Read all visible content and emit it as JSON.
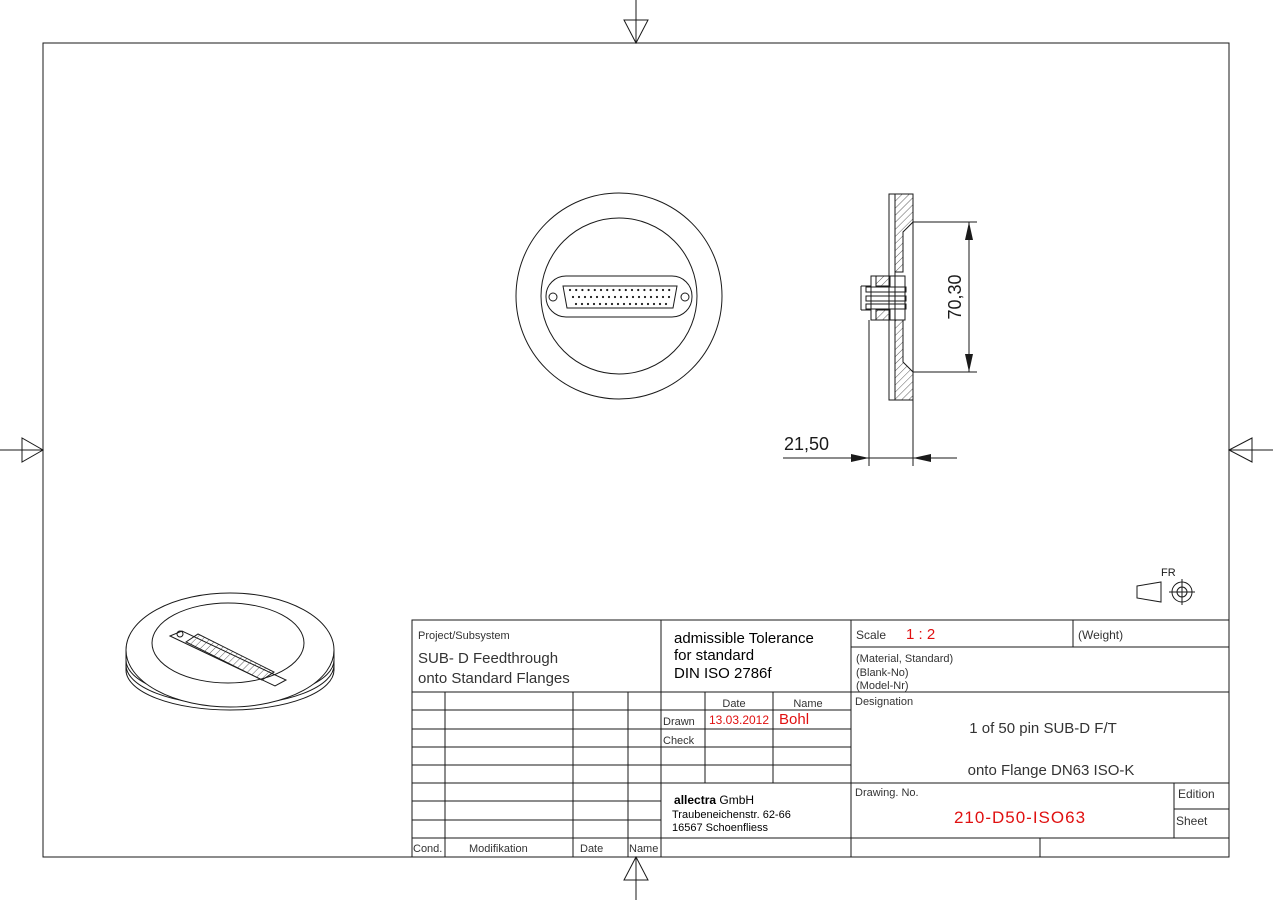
{
  "dimensions": {
    "height": "70,30",
    "depth": "21,50"
  },
  "projection_symbol_label": "FR",
  "title_block": {
    "project_label": "Project/Subsystem",
    "project_line1": "SUB- D Feedthrough",
    "project_line2": "onto Standard Flanges",
    "tolerance_line1": "admissible Tolerance",
    "tolerance_line2": "for standard",
    "tolerance_line3": "DIN ISO 2786f",
    "scale_label": "Scale",
    "scale_value": "1 : 2",
    "weight_label": "(Weight)",
    "material_label": "(Material, Standard)",
    "blank_label": "(Blank-No)",
    "model_label": "(Model-Nr)",
    "designation_label": "Designation",
    "designation_line1": "1 of 50 pin SUB-D F/T",
    "designation_line2": "onto Flange DN63 ISO-K",
    "date_header": "Date",
    "name_header": "Name",
    "drawn_label": "Drawn",
    "drawn_date": "13.03.2012",
    "drawn_name": "Bohl",
    "check_label": "Check",
    "company_prefix": "a",
    "company_name_bold": "llectra",
    "company_suffix": " GmbH",
    "company_street": "Traubeneichenstr. 62-66",
    "company_city": "16567 Schoenfliess",
    "drawing_no_label": "Drawing. No.",
    "drawing_no_value": "210-D50-ISO63",
    "edition_label": "Edition",
    "sheet_label": "Sheet",
    "cond_label": "Cond.",
    "modifikation_label": "Modifikation",
    "mod_date_label": "Date",
    "mod_name_label": "Name"
  },
  "colors": {
    "line": "#1a1a1a",
    "red_text": "#e01010",
    "hatch": "#333333"
  }
}
